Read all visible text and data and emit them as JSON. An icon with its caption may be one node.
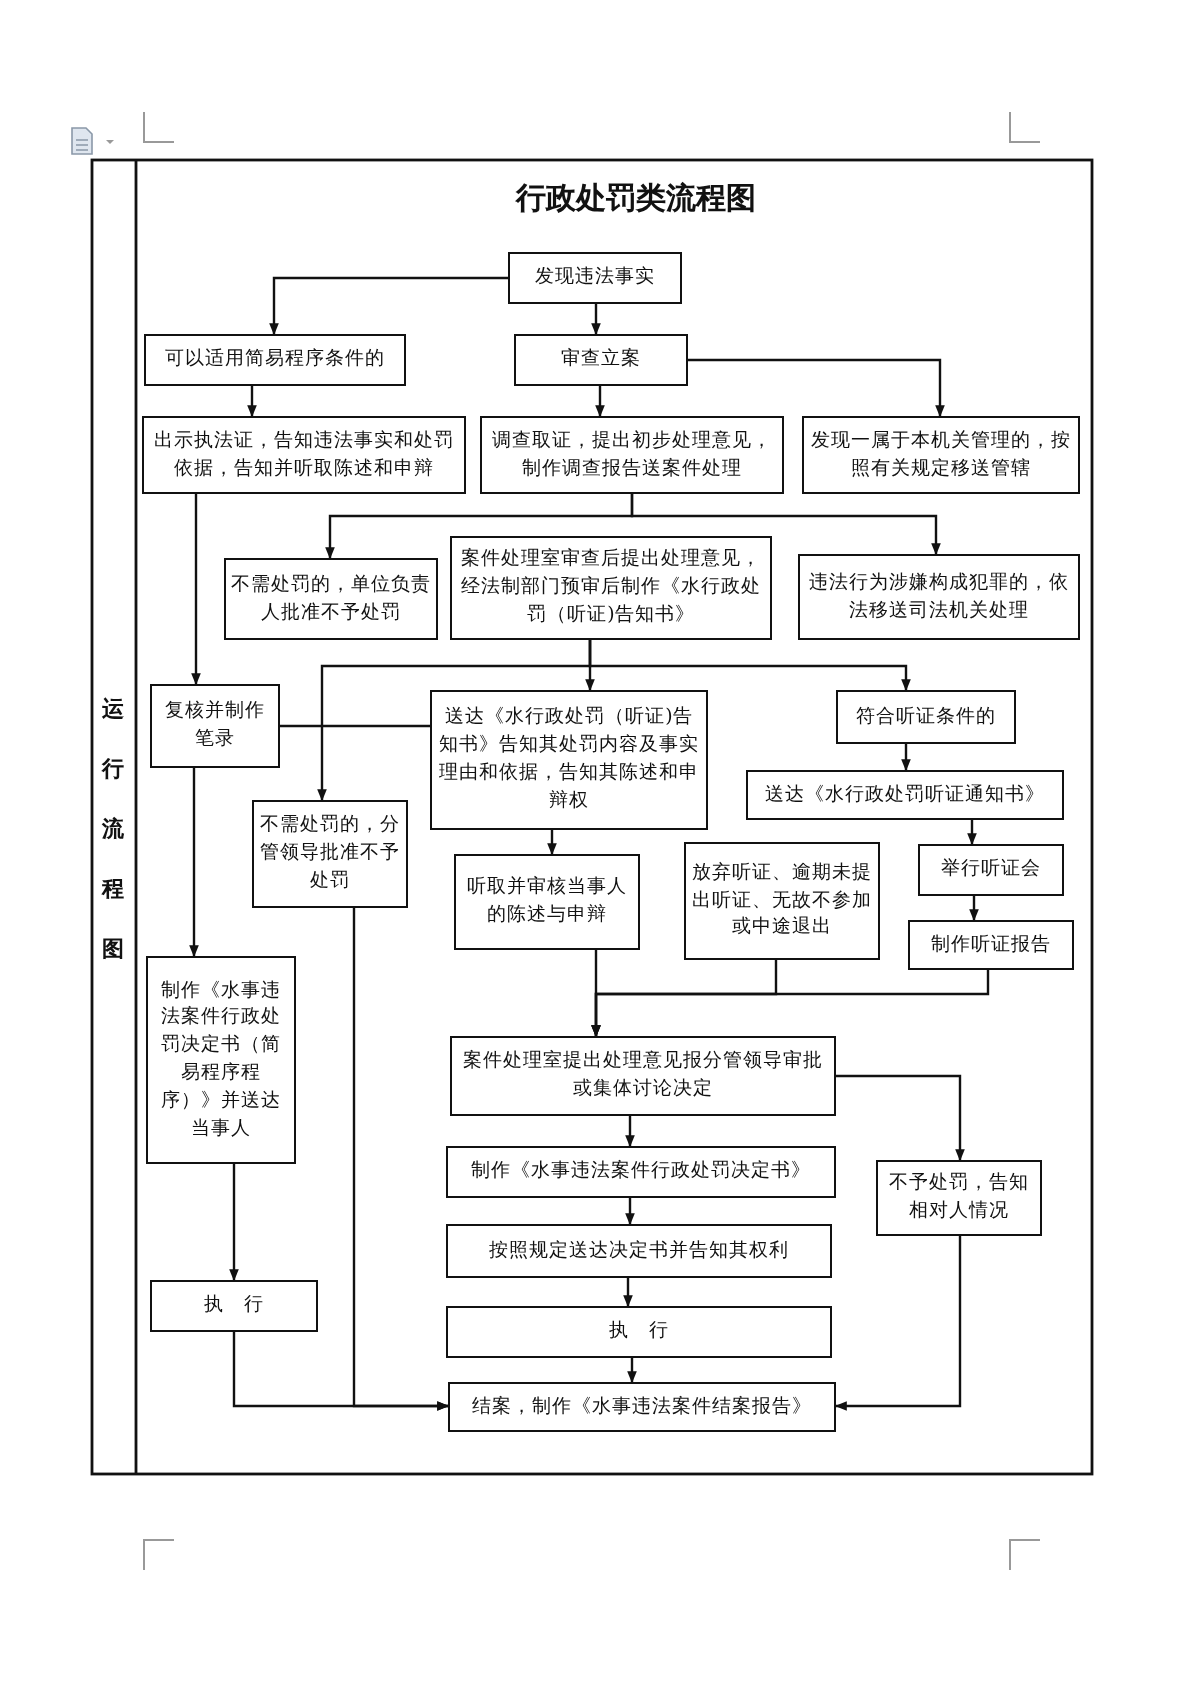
{
  "diagram": {
    "title": "行政处罚类流程图",
    "nodes": [
      {
        "text": [
          "发现违法事实"
        ]
      },
      {
        "text": [
          "可以适用简易程序条件的"
        ]
      },
      {
        "text": [
          "审查立案"
        ]
      },
      {
        "text": [
          "出示执法证，告知违法事实和处罚依据，告知并听取陈述和申辩"
        ]
      },
      {
        "text": [
          "调查取证，提出初步处理意见，制作调查报告送案件处理"
        ]
      },
      {
        "text": [
          "发现一属于本机关管理的，按照有关规定移送管辖"
        ]
      },
      {
        "text": [
          "不需处罚的，单位负责人批准不予处罚"
        ]
      },
      {
        "text": [
          "案件处理室审查后提出处理意见，经法制部门预审后制作《水行政处罚（听证)告知书》"
        ]
      },
      {
        "text": [
          "违法行为涉嫌构成犯罪的，依法移送司法机关处理"
        ]
      },
      {
        "text": [
          "复核并制作笔录"
        ]
      },
      {
        "text": [
          "送达《水行政处罚（听证)告知书》告知其处罚内容及事实理由和依据，告知其陈述和申辩权"
        ]
      },
      {
        "text": [
          "符合听证条件的"
        ]
      },
      {
        "text": [
          "送达《水行政处罚听证通知书》"
        ]
      },
      {
        "text": [
          "不需处罚的，分管领导批准不予处罚"
        ]
      },
      {
        "text": [
          "听取并审核当事人的陈述与申辩"
        ]
      },
      {
        "text": [
          "放弃听证、逾期未提出听证、无故不参加或中途退出"
        ]
      },
      {
        "text": [
          "举行听证会"
        ]
      },
      {
        "text": [
          "制作听证报告"
        ]
      },
      {
        "text": [
          "制作《水事违法案件行政处罚决定书（简易程序程序）》并送达当事人"
        ]
      },
      {
        "text": [
          "案件处理室提出处理意见报分管领导审批或集体讨论决定"
        ]
      },
      {
        "text": [
          "制作《水事违法案件行政处罚决定书》"
        ]
      },
      {
        "text": [
          "不予处罚，告知相对人情况"
        ]
      },
      {
        "text": [
          "按照规定送达决定书并告知其权利"
        ]
      },
      {
        "text": [
          "执　行"
        ]
      },
      {
        "text": [
          "执　行"
        ]
      },
      {
        "text": [
          "结案，制作《水事违法案件结案报告》"
        ]
      }
    ],
    "edges": [
      {
        "from": 0,
        "to": 1,
        "arrow": "to"
      },
      {
        "from": 0,
        "to": 2,
        "arrow": "to"
      },
      {
        "from": 2,
        "to": 4,
        "arrow": "to"
      },
      {
        "from": 2,
        "to": 5,
        "arrow": "to"
      },
      {
        "from": 1,
        "to": 3,
        "arrow": "to"
      },
      {
        "from": 3,
        "to": 9,
        "arrow": "to"
      },
      {
        "from": 4,
        "to": 6,
        "arrow": "to"
      },
      {
        "from": 4,
        "to": 8,
        "arrow": "to"
      },
      {
        "from": 7,
        "to": 13,
        "arrow": "to"
      },
      {
        "from": 7,
        "to": 10,
        "arrow": "to"
      },
      {
        "from": 7,
        "to": 11,
        "arrow": "to"
      },
      {
        "from": 9,
        "to": 10,
        "arrow": "none"
      },
      {
        "from": 9,
        "to": 18,
        "arrow": "to"
      },
      {
        "from": 11,
        "to": 12,
        "arrow": "to"
      },
      {
        "from": 12,
        "to": 16,
        "arrow": "to"
      },
      {
        "from": 16,
        "to": 17,
        "arrow": "to"
      },
      {
        "from": 10,
        "to": 14,
        "arrow": "to"
      },
      {
        "from": 14,
        "to": 19,
        "arrow": "to"
      },
      {
        "from": 15,
        "to": 19,
        "arrow": "to"
      },
      {
        "from": 17,
        "to": 19,
        "arrow": "to"
      },
      {
        "from": 19,
        "to": 20,
        "arrow": "to"
      },
      {
        "from": 20,
        "to": 22,
        "arrow": "to"
      },
      {
        "from": 22,
        "to": 24,
        "arrow": "to"
      },
      {
        "from": 24,
        "to": 25,
        "arrow": "to"
      },
      {
        "from": 19,
        "to": 21,
        "arrow": "to"
      },
      {
        "from": 21,
        "to": 25,
        "arrow": "to"
      },
      {
        "from": 18,
        "to": 23,
        "arrow": "to"
      },
      {
        "from": 23,
        "to": 25,
        "arrow": "to"
      },
      {
        "from": 13,
        "to": 25,
        "arrow": "to"
      }
    ],
    "labels": [
      "运行流程图"
    ]
  }
}
